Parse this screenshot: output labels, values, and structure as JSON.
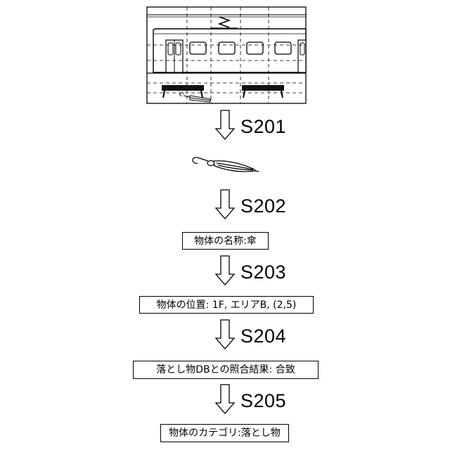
{
  "steps": [
    {
      "id": "S201",
      "label": "S201"
    },
    {
      "id": "S202",
      "label": "S202"
    },
    {
      "id": "S203",
      "label": "S203"
    },
    {
      "id": "S204",
      "label": "S204"
    },
    {
      "id": "S205",
      "label": "S205"
    }
  ],
  "boxes": {
    "object_name": "物体の名称:傘",
    "object_position": "物体の位置: 1F, エリアB, (2,5)",
    "match_result": "落とし物DBとの照合結果: 合致",
    "object_category": "物体のカテゴリ:落とし物"
  },
  "scene": {
    "depicts": "train-platform-with-umbrella"
  }
}
